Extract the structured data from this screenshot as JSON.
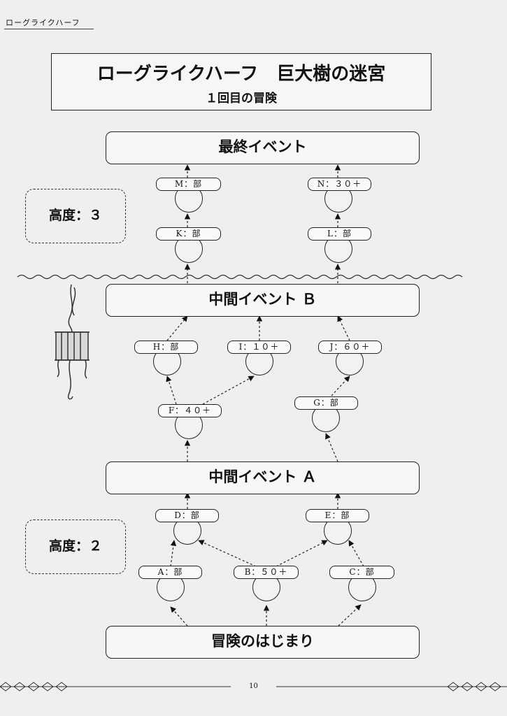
{
  "header": {
    "running_title": "ローグライクハーフ"
  },
  "title_box": {
    "main": "ローグライクハーフ　巨大樹の迷宮",
    "sub": "１回目の冒険"
  },
  "stages": {
    "final": "最終イベント",
    "mid_b": "中間イベント Ｂ",
    "mid_a": "中間イベント Ａ",
    "start": "冒険のはじまり"
  },
  "altitudes": {
    "upper": "高度：３",
    "lower": "高度：２"
  },
  "nodes": {
    "A": "A：部",
    "B": "B：５０＋",
    "C": "C：部",
    "D": "D：部",
    "E": "E：部",
    "F": "F：４０＋",
    "G": "G：部",
    "H": "H：部",
    "I": "I：１０＋",
    "J": "J：６０＋",
    "K": "K：部",
    "L": "L：部",
    "M": "M：部",
    "N": "N：３０＋"
  },
  "footer": {
    "page_number": "10"
  },
  "decor": {
    "illustration": "vine-wrapped-cage-icon"
  }
}
